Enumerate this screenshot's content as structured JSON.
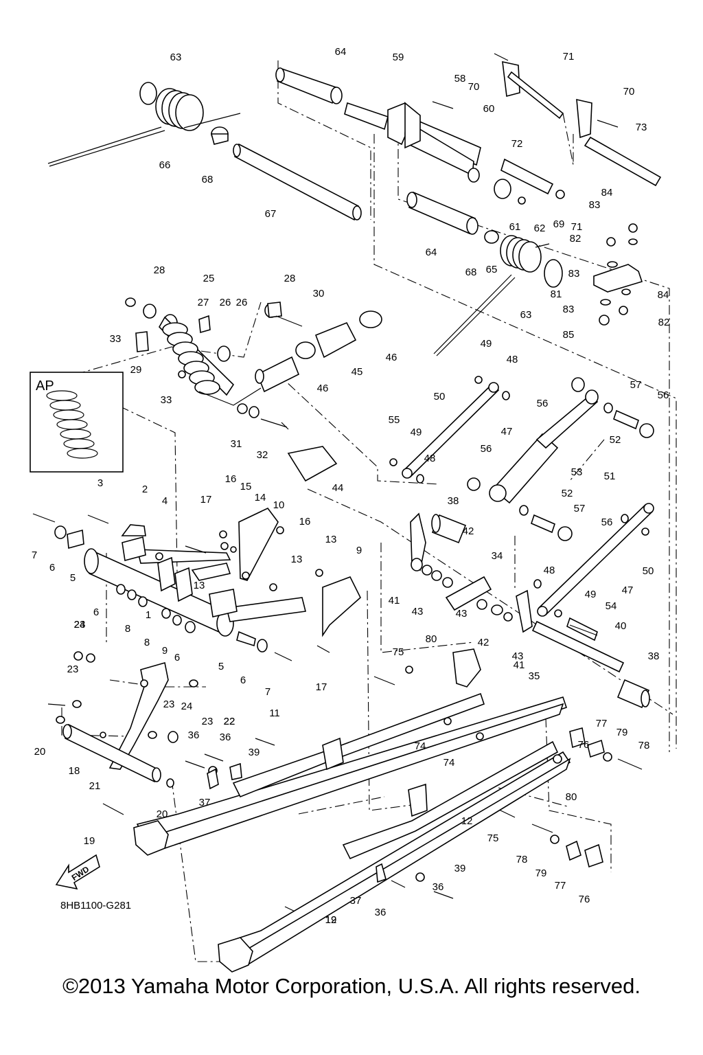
{
  "diagram": {
    "figure_code": "8HB1100-G281",
    "inset_label": "AP",
    "fwd_label": "FWD",
    "callouts": [
      "1",
      "2",
      "3",
      "4",
      "5",
      "5",
      "6",
      "6",
      "6",
      "6",
      "7",
      "7",
      "8",
      "8",
      "9",
      "9",
      "10",
      "11",
      "12",
      "12",
      "13",
      "13",
      "13",
      "14",
      "15",
      "16",
      "16",
      "17",
      "17",
      "18",
      "19",
      "19",
      "20",
      "20",
      "21",
      "22",
      "22",
      "23",
      "23",
      "23",
      "23",
      "24",
      "24",
      "25",
      "26",
      "26",
      "27",
      "28",
      "28",
      "29",
      "30",
      "31",
      "32",
      "33",
      "33",
      "34",
      "35",
      "36",
      "36",
      "36",
      "36",
      "37",
      "37",
      "38",
      "38",
      "39",
      "39",
      "40",
      "41",
      "41",
      "42",
      "42",
      "43",
      "43",
      "43",
      "44",
      "45",
      "46",
      "46",
      "47",
      "47",
      "48",
      "48",
      "48",
      "49",
      "49",
      "49",
      "50",
      "50",
      "51",
      "52",
      "52",
      "53",
      "54",
      "55",
      "56",
      "56",
      "56",
      "56",
      "57",
      "57",
      "58",
      "59",
      "60",
      "61",
      "62",
      "63",
      "63",
      "64",
      "64",
      "65",
      "66",
      "67",
      "68",
      "68",
      "69",
      "70",
      "70",
      "71",
      "71",
      "72",
      "73",
      "74",
      "74",
      "75",
      "75",
      "76",
      "76",
      "77",
      "77",
      "78",
      "78",
      "79",
      "79",
      "80",
      "80",
      "81",
      "82",
      "82",
      "83",
      "83",
      "83",
      "84",
      "84",
      "85"
    ]
  },
  "footer": {
    "copyright": "©2013 Yamaha Motor Corporation, U.S.A. All rights reserved."
  }
}
